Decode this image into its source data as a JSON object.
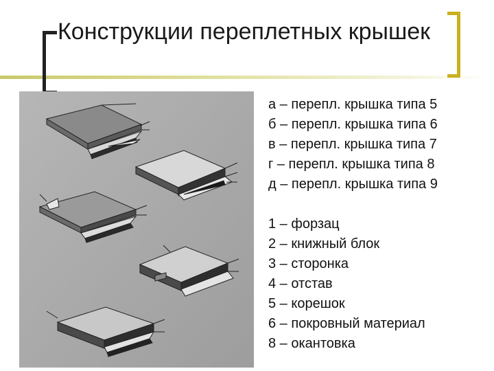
{
  "slide": {
    "title": "Конструкции переплетных крышек",
    "colors": {
      "bracket_dark": "#222222",
      "bracket_accent": "#c9b020",
      "figure_background": "#a9a9a9"
    },
    "figure": {
      "description_name": "bookbinding-cover-illustrations"
    },
    "legend_types": [
      "а – перепл. крышка типа 5",
      "б – перепл. крышка типа 6",
      "в – перепл. крышка типа 7",
      "г – перепл. крышка типа 8",
      "д – перепл. крышка типа 9"
    ],
    "legend_parts": [
      "1 – форзац",
      "2 – книжный блок",
      "3 – сторонка",
      "4 – отстав",
      "5 – корешок",
      "6 – покровный материал",
      "8 – окантовка"
    ]
  }
}
